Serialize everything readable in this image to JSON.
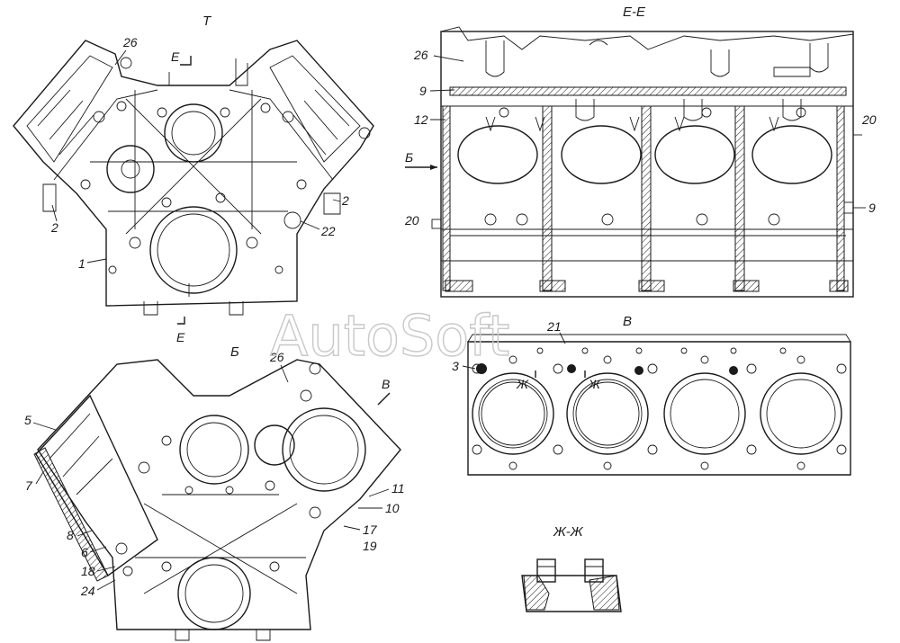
{
  "views": {
    "front": {
      "title": "Т",
      "section_top": "Е",
      "section_bottom": "Е"
    },
    "section_ee": {
      "title": "Е-Е",
      "arrow_label": "Б"
    },
    "rear": {
      "title": "Б",
      "arrow_label": "В"
    },
    "deck": {
      "title": "В",
      "marker_left": "Ж",
      "marker_right": "Ж"
    },
    "detail_zz": {
      "title": "Ж-Ж"
    }
  },
  "callouts": {
    "front": [
      "26",
      "2",
      "2",
      "22",
      "1"
    ],
    "section": [
      "26",
      "9",
      "12",
      "20",
      "20",
      "9"
    ],
    "rear": [
      "26",
      "5",
      "7",
      "8",
      "6",
      "18",
      "24",
      "11",
      "10",
      "17",
      "19"
    ],
    "deck": [
      "21",
      "3"
    ]
  },
  "watermark": "AutoSoft"
}
